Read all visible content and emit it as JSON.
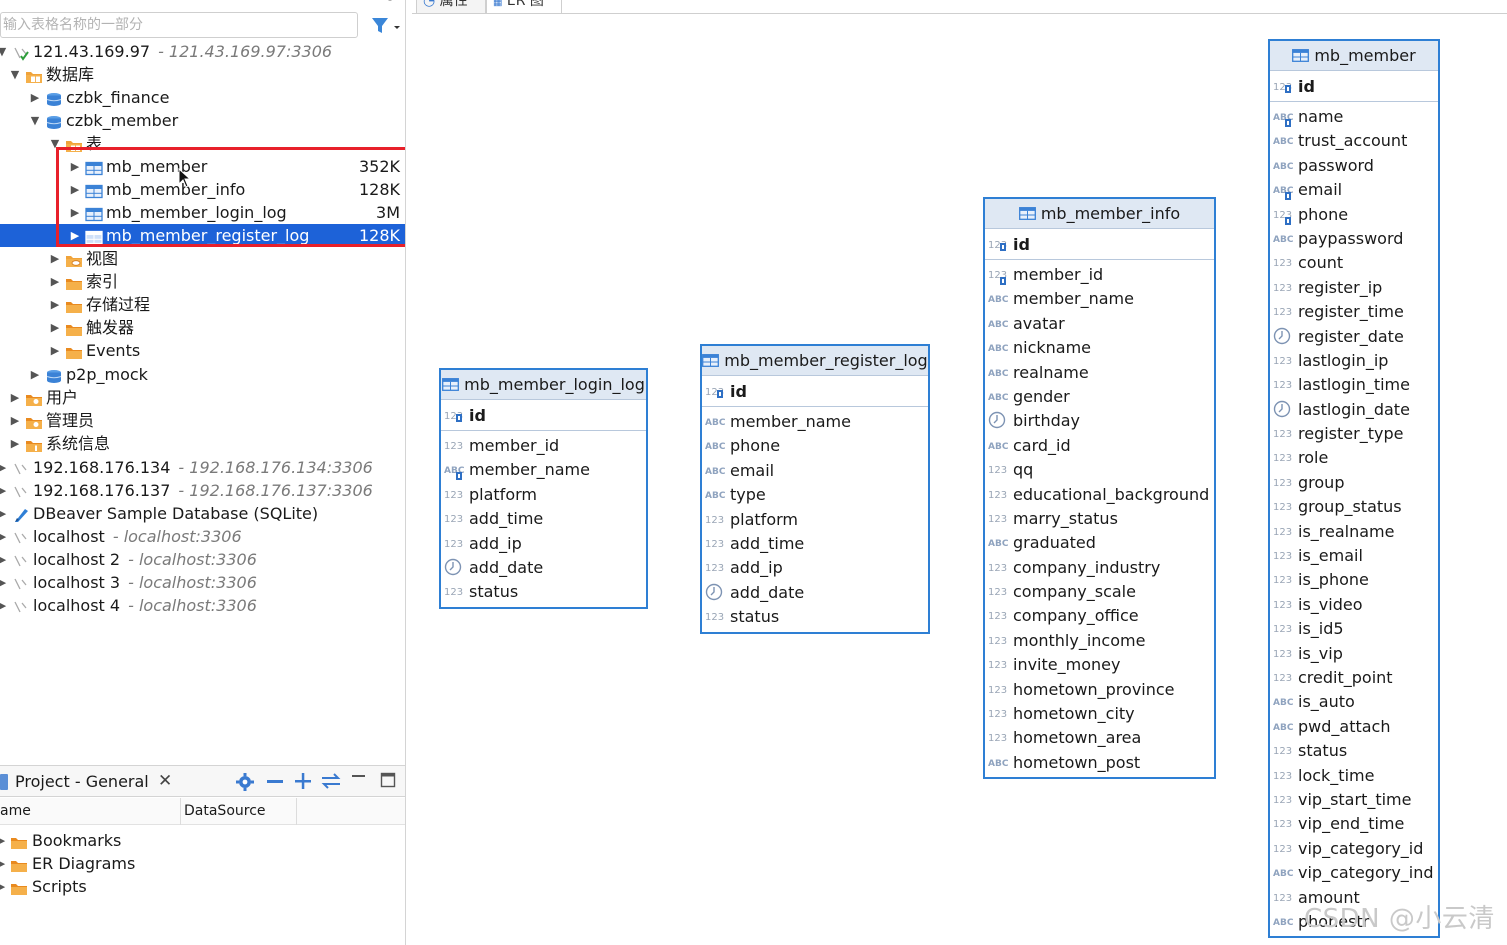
{
  "navigator": {
    "filter_placeholder": "输入表格名称的一部分",
    "tree": [
      {
        "id": "conn-1",
        "label": "121.43.169.97",
        "sub": "- 121.43.169.97:3306",
        "arrow": "▼",
        "icon": "connection-icon",
        "level": 0
      },
      {
        "id": "databases",
        "label": "数据库",
        "arrow": "▼",
        "icon": "folder-database-icon",
        "level": 1
      },
      {
        "id": "db-czbk_finance",
        "label": "czbk_finance",
        "arrow": "▶",
        "icon": "database-icon",
        "level": 2
      },
      {
        "id": "db-czbk_member",
        "label": "czbk_member",
        "arrow": "▼",
        "icon": "database-icon",
        "level": 2
      },
      {
        "id": "tables",
        "label": "表",
        "arrow": "▼",
        "icon": "folder-table-icon",
        "level": 3
      },
      {
        "id": "table-mb_member",
        "label": "mb_member",
        "size": "352K",
        "arrow": "▶",
        "icon": "table-icon",
        "level": 4
      },
      {
        "id": "table-mb_member_info",
        "label": "mb_member_info",
        "size": "128K",
        "arrow": "▶",
        "icon": "table-icon",
        "level": 4
      },
      {
        "id": "table-mb_member_login_log",
        "label": "mb_member_login_log",
        "size": "3M",
        "arrow": "▶",
        "icon": "table-icon",
        "level": 4
      },
      {
        "id": "table-mb_member_register_log",
        "label": "mb_member_register_log",
        "size": "128K",
        "arrow": "▶",
        "icon": "table-icon",
        "level": 4,
        "selected": true
      },
      {
        "id": "views",
        "label": "视图",
        "arrow": "▶",
        "icon": "folder-view-icon",
        "level": 3
      },
      {
        "id": "indexes",
        "label": "索引",
        "arrow": "▶",
        "icon": "folder-icon",
        "level": 3
      },
      {
        "id": "procedures",
        "label": "存储过程",
        "arrow": "▶",
        "icon": "folder-icon",
        "level": 3
      },
      {
        "id": "triggers",
        "label": "触发器",
        "arrow": "▶",
        "icon": "folder-icon",
        "level": 3
      },
      {
        "id": "events",
        "label": "Events",
        "arrow": "▶",
        "icon": "folder-icon",
        "level": 3
      },
      {
        "id": "db-p2p_mock",
        "label": "p2p_mock",
        "arrow": "▶",
        "icon": "database-icon",
        "level": 2
      },
      {
        "id": "users",
        "label": "用户",
        "arrow": "▶",
        "icon": "folder-user-icon",
        "level": 1
      },
      {
        "id": "admins",
        "label": "管理员",
        "arrow": "▶",
        "icon": "folder-admin-icon",
        "level": 1
      },
      {
        "id": "sysinfo",
        "label": "系统信息",
        "arrow": "▶",
        "icon": "folder-info-icon",
        "level": 1
      },
      {
        "id": "conn-2",
        "label": "192.168.176.134",
        "sub": "- 192.168.176.134:3306",
        "arrow": "▶",
        "icon": "connection-off-icon",
        "level": 0
      },
      {
        "id": "conn-3",
        "label": "192.168.176.137",
        "sub": "- 192.168.176.137:3306",
        "arrow": "▶",
        "icon": "connection-off-icon",
        "level": 0
      },
      {
        "id": "conn-4",
        "label": "DBeaver Sample Database (SQLite)",
        "arrow": "▶",
        "icon": "sqlite-icon",
        "level": 0
      },
      {
        "id": "conn-5",
        "label": "localhost",
        "sub": "- localhost:3306",
        "arrow": "▶",
        "icon": "connection-off-icon",
        "level": 0
      },
      {
        "id": "conn-6",
        "label": "localhost 2",
        "sub": "- localhost:3306",
        "arrow": "▶",
        "icon": "connection-off-icon",
        "level": 0
      },
      {
        "id": "conn-7",
        "label": "localhost 3",
        "sub": "- localhost:3306",
        "arrow": "▶",
        "icon": "connection-off-icon",
        "level": 0
      },
      {
        "id": "conn-8",
        "label": "localhost 4",
        "sub": "- localhost:3306",
        "arrow": "▶",
        "icon": "connection-off-icon",
        "level": 0
      }
    ]
  },
  "project": {
    "title": "Project - General",
    "close": "✕",
    "col_name": "ame",
    "col_datasource": "DataSource",
    "items": [
      {
        "label": "Bookmarks",
        "icon": "bookmarks-folder-icon"
      },
      {
        "label": "ER Diagrams",
        "icon": "er-diagrams-folder-icon"
      },
      {
        "label": "Scripts",
        "icon": "scripts-folder-icon"
      }
    ]
  },
  "editor_tabs": [
    {
      "label": "属性",
      "icon": "properties-icon"
    },
    {
      "label": "ER 图",
      "icon": "er-diagram-icon"
    }
  ],
  "entities": [
    {
      "name": "mb_member_login_log",
      "pk": "id",
      "columns": [
        {
          "name": "member_id",
          "type": "123"
        },
        {
          "name": "member_name",
          "type": "ABC",
          "key": true
        },
        {
          "name": "platform",
          "type": "123"
        },
        {
          "name": "add_time",
          "type": "123"
        },
        {
          "name": "add_ip",
          "type": "123"
        },
        {
          "name": "add_date",
          "type": "date"
        },
        {
          "name": "status",
          "type": "123"
        }
      ]
    },
    {
      "name": "mb_member_register_log",
      "pk": "id",
      "columns": [
        {
          "name": "member_name",
          "type": "ABC"
        },
        {
          "name": "phone",
          "type": "ABC"
        },
        {
          "name": "email",
          "type": "ABC"
        },
        {
          "name": "type",
          "type": "ABC"
        },
        {
          "name": "platform",
          "type": "123"
        },
        {
          "name": "add_time",
          "type": "123"
        },
        {
          "name": "add_ip",
          "type": "123"
        },
        {
          "name": "add_date",
          "type": "date"
        },
        {
          "name": "status",
          "type": "123"
        }
      ]
    },
    {
      "name": "mb_member_info",
      "pk": "id",
      "columns": [
        {
          "name": "member_id",
          "type": "123",
          "key": true
        },
        {
          "name": "member_name",
          "type": "ABC"
        },
        {
          "name": "avatar",
          "type": "ABC"
        },
        {
          "name": "nickname",
          "type": "ABC"
        },
        {
          "name": "realname",
          "type": "ABC"
        },
        {
          "name": "gender",
          "type": "ABC"
        },
        {
          "name": "birthday",
          "type": "date"
        },
        {
          "name": "card_id",
          "type": "ABC"
        },
        {
          "name": "qq",
          "type": "123"
        },
        {
          "name": "educational_background",
          "type": "123"
        },
        {
          "name": "marry_status",
          "type": "123"
        },
        {
          "name": "graduated",
          "type": "ABC"
        },
        {
          "name": "company_industry",
          "type": "123"
        },
        {
          "name": "company_scale",
          "type": "123"
        },
        {
          "name": "company_office",
          "type": "123"
        },
        {
          "name": "monthly_income",
          "type": "123"
        },
        {
          "name": "invite_money",
          "type": "123"
        },
        {
          "name": "hometown_province",
          "type": "123"
        },
        {
          "name": "hometown_city",
          "type": "123"
        },
        {
          "name": "hometown_area",
          "type": "123"
        },
        {
          "name": "hometown_post",
          "type": "ABC"
        }
      ]
    },
    {
      "name": "mb_member",
      "pk": "id",
      "columns": [
        {
          "name": "name",
          "type": "ABC",
          "key": true
        },
        {
          "name": "trust_account",
          "type": "ABC"
        },
        {
          "name": "password",
          "type": "ABC"
        },
        {
          "name": "email",
          "type": "ABC",
          "key": true
        },
        {
          "name": "phone",
          "type": "123",
          "key": true
        },
        {
          "name": "paypassword",
          "type": "ABC"
        },
        {
          "name": "count",
          "type": "123"
        },
        {
          "name": "register_ip",
          "type": "123"
        },
        {
          "name": "register_time",
          "type": "123"
        },
        {
          "name": "register_date",
          "type": "date"
        },
        {
          "name": "lastlogin_ip",
          "type": "123"
        },
        {
          "name": "lastlogin_time",
          "type": "123"
        },
        {
          "name": "lastlogin_date",
          "type": "date"
        },
        {
          "name": "register_type",
          "type": "123"
        },
        {
          "name": "role",
          "type": "123"
        },
        {
          "name": "group",
          "type": "123"
        },
        {
          "name": "group_status",
          "type": "123"
        },
        {
          "name": "is_realname",
          "type": "123"
        },
        {
          "name": "is_email",
          "type": "123"
        },
        {
          "name": "is_phone",
          "type": "123"
        },
        {
          "name": "is_video",
          "type": "123"
        },
        {
          "name": "is_id5",
          "type": "123"
        },
        {
          "name": "is_vip",
          "type": "123"
        },
        {
          "name": "credit_point",
          "type": "123"
        },
        {
          "name": "is_auto",
          "type": "ABC"
        },
        {
          "name": "pwd_attach",
          "type": "ABC"
        },
        {
          "name": "status",
          "type": "123"
        },
        {
          "name": "lock_time",
          "type": "123"
        },
        {
          "name": "vip_start_time",
          "type": "123"
        },
        {
          "name": "vip_end_time",
          "type": "123"
        },
        {
          "name": "vip_category_id",
          "type": "123"
        },
        {
          "name": "vip_category_ind",
          "type": "ABC"
        },
        {
          "name": "amount",
          "type": "123"
        },
        {
          "name": "phonestr",
          "type": "ABC"
        }
      ]
    }
  ],
  "watermark": "CSDN @小云清",
  "colors": {
    "accent": "#2e7fd4",
    "selection": "#1d62d8",
    "highlight": "#e8202a"
  }
}
